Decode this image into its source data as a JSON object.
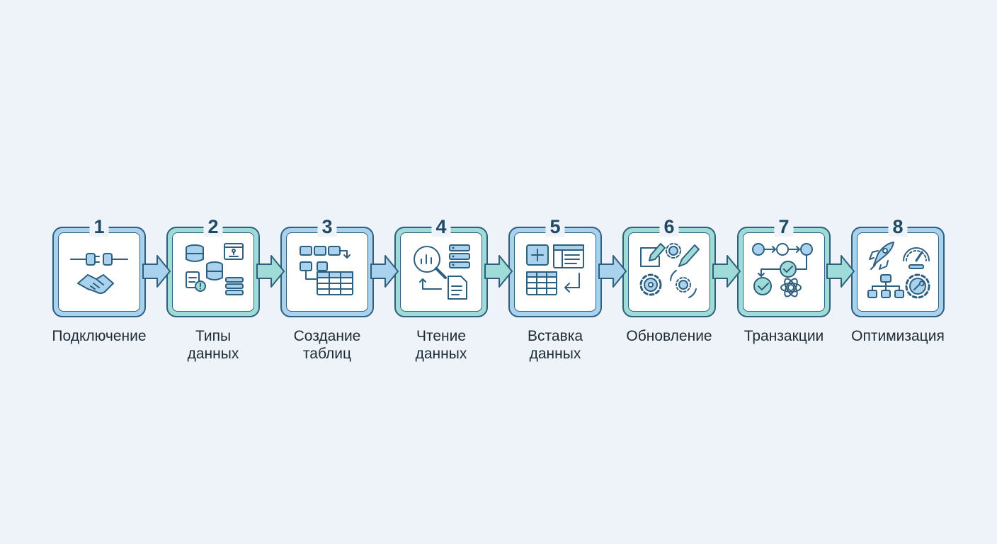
{
  "steps": [
    {
      "number": "1",
      "label_lines": [
        "Подключение"
      ],
      "icon": "plug-handshake-icon",
      "color": "blue"
    },
    {
      "number": "2",
      "label_lines": [
        "Типы",
        "данных"
      ],
      "icon": "database-types-icon",
      "color": "teal"
    },
    {
      "number": "3",
      "label_lines": [
        "Создание",
        "таблиц"
      ],
      "icon": "table-create-icon",
      "color": "blue"
    },
    {
      "number": "4",
      "label_lines": [
        "Чтение",
        "данных"
      ],
      "icon": "search-read-icon",
      "color": "teal"
    },
    {
      "number": "5",
      "label_lines": [
        "Вставка",
        "данных"
      ],
      "icon": "table-insert-icon",
      "color": "blue"
    },
    {
      "number": "6",
      "label_lines": [
        "Обновление"
      ],
      "icon": "edit-gears-icon",
      "color": "teal"
    },
    {
      "number": "7",
      "label_lines": [
        "Транзакции"
      ],
      "icon": "transaction-flow-icon",
      "color": "teal"
    },
    {
      "number": "8",
      "label_lines": [
        "Оптимизация"
      ],
      "icon": "rocket-speed-icon",
      "color": "blue"
    }
  ],
  "colors": {
    "background": "#eef3f9",
    "card_blue": "#a9d2ee",
    "card_teal": "#9fdcd7",
    "outline": "#2f5f7e",
    "number": "#1f4a63",
    "label": "#1d2b36"
  }
}
